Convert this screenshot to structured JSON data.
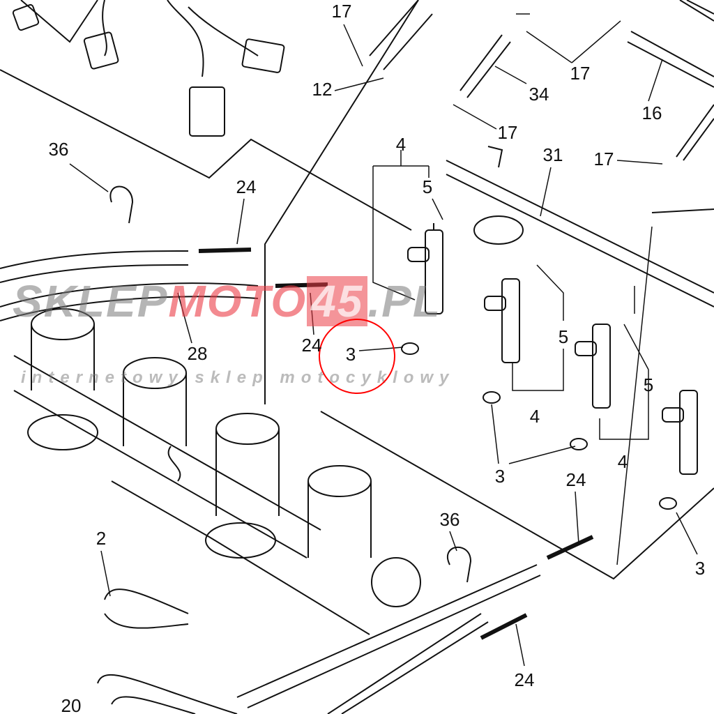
{
  "watermark": {
    "part1": "SKLEP",
    "part2": "MOTO",
    "part3": "45",
    ".pl": ".PL",
    "tagline": "internetowy sklep motocyklowy"
  },
  "labels": [
    {
      "id": "17a",
      "text": "17"
    },
    {
      "id": "12",
      "text": "12"
    },
    {
      "id": "17b",
      "text": "17"
    },
    {
      "id": "34",
      "text": "34"
    },
    {
      "id": "16",
      "text": "16"
    },
    {
      "id": "17c",
      "text": "17"
    },
    {
      "id": "36a",
      "text": "36"
    },
    {
      "id": "4a",
      "text": "4"
    },
    {
      "id": "31",
      "text": "31"
    },
    {
      "id": "17d",
      "text": "17"
    },
    {
      "id": "24a",
      "text": "24"
    },
    {
      "id": "5a",
      "text": "5"
    },
    {
      "id": "24b",
      "text": "24"
    },
    {
      "id": "3a",
      "text": "3"
    },
    {
      "id": "28",
      "text": "28"
    },
    {
      "id": "5b",
      "text": "5"
    },
    {
      "id": "5c",
      "text": "5"
    },
    {
      "id": "4b",
      "text": "4"
    },
    {
      "id": "4c",
      "text": "4"
    },
    {
      "id": "3b",
      "text": "3"
    },
    {
      "id": "24c",
      "text": "24"
    },
    {
      "id": "36b",
      "text": "36"
    },
    {
      "id": "2",
      "text": "2"
    },
    {
      "id": "3c",
      "text": "3"
    },
    {
      "id": "24d",
      "text": "24"
    },
    {
      "id": "20",
      "text": "20"
    }
  ],
  "highlight": {
    "color": "#ff0000",
    "part": "3"
  }
}
